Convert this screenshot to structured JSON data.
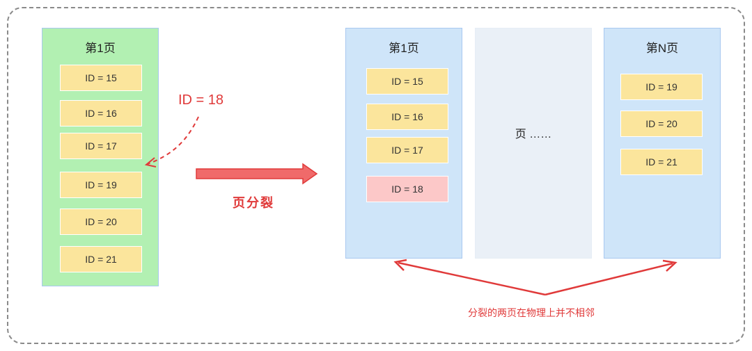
{
  "left_page": {
    "title": "第1页",
    "records": [
      "ID = 15",
      "ID = 16",
      "ID = 17",
      "ID = 19",
      "ID = 20",
      "ID = 21"
    ]
  },
  "insert_label": "ID = 18",
  "split_label": "页分裂",
  "right_page1": {
    "title": "第1页",
    "records": [
      "ID = 15",
      "ID = 16",
      "ID = 17",
      "ID = 18"
    ]
  },
  "middle_page": {
    "text": "页 ……"
  },
  "right_pageN": {
    "title": "第N页",
    "records": [
      "ID = 19",
      "ID = 20",
      "ID = 21"
    ]
  },
  "note": "分裂的两页在物理上并不相邻",
  "colors": {
    "green_page": "#b2f0b2",
    "blue_page": "#cfe5f9",
    "record": "#fbe59c",
    "new_record": "#fcc8c8",
    "accent_red": "#e03a3a"
  }
}
